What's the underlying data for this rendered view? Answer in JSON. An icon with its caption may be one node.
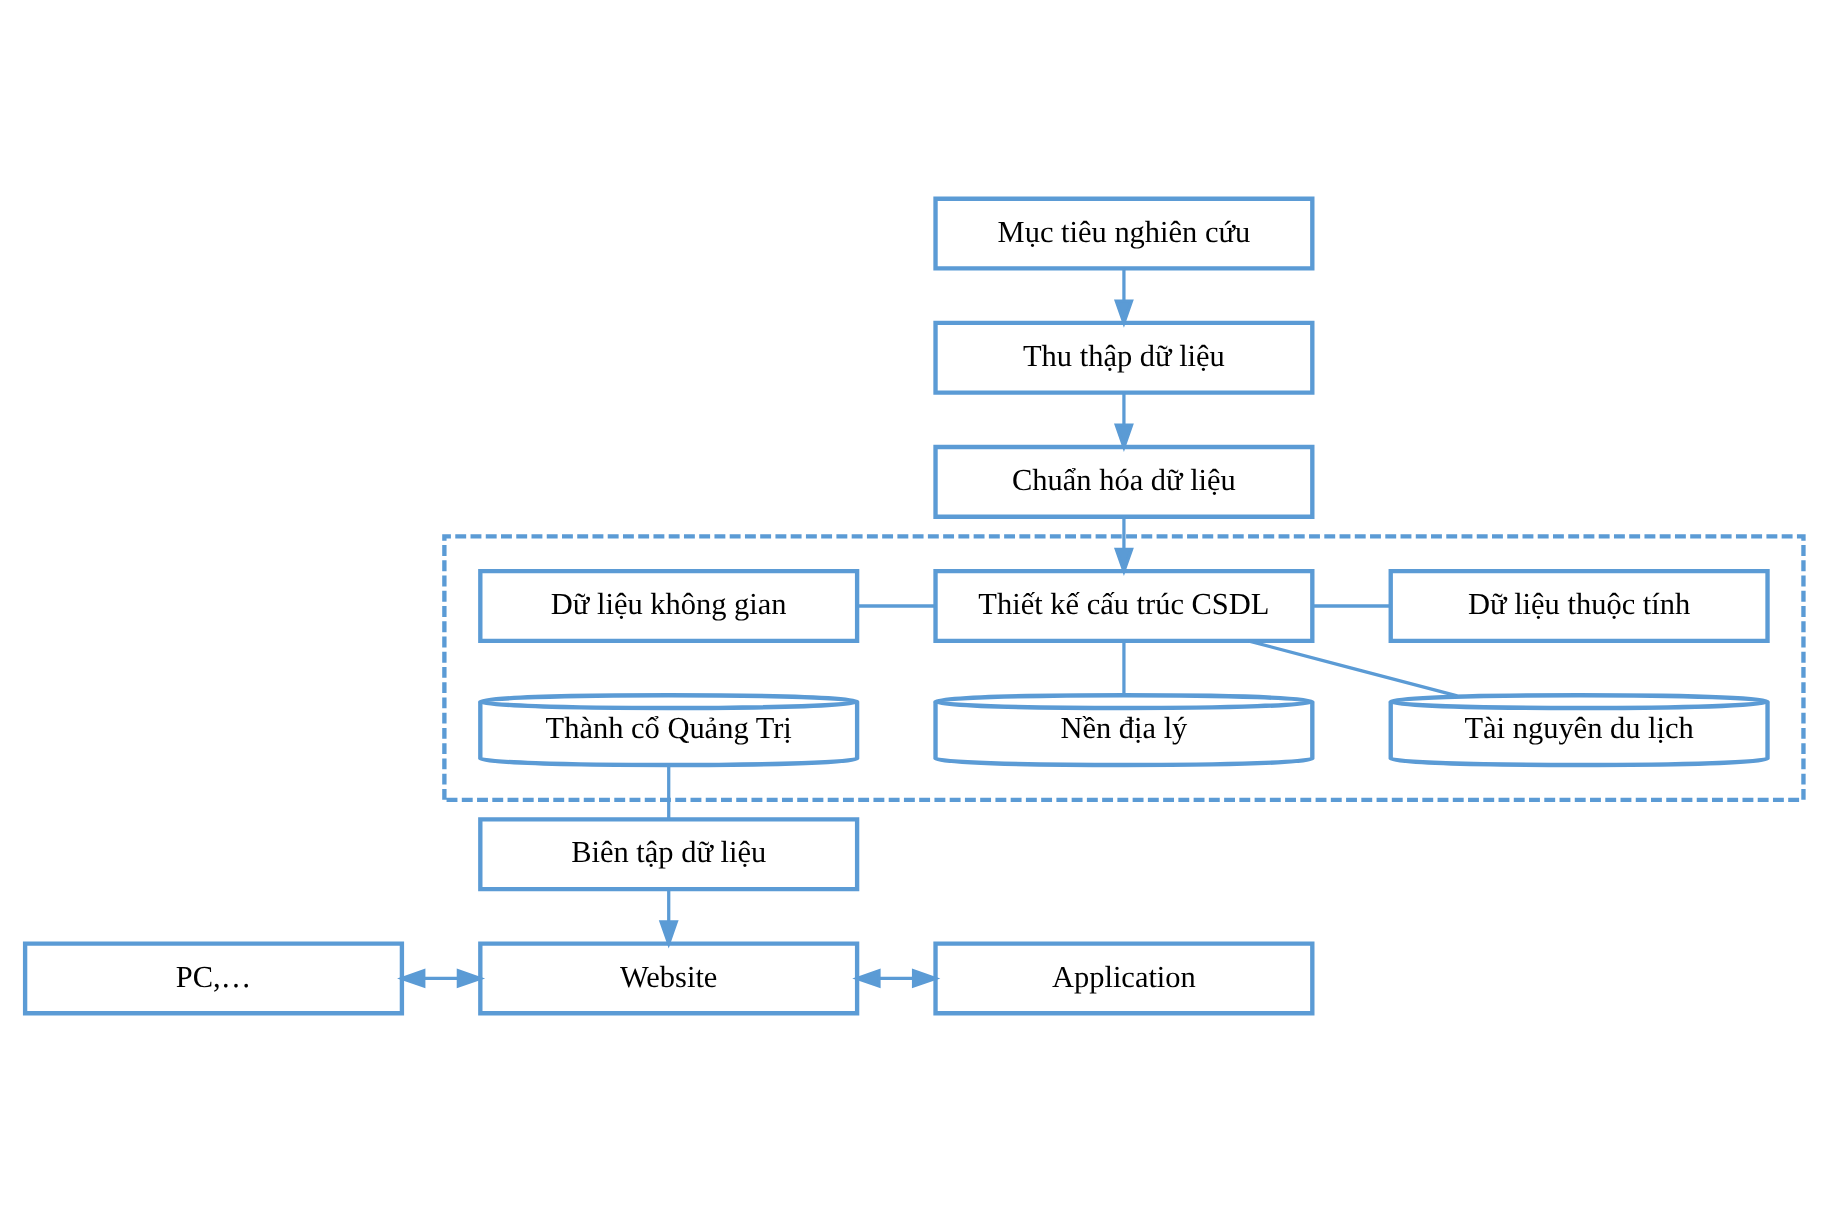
{
  "diagram": {
    "nodes": [
      {
        "text": [
          "Mục tiêu nghiên cứu"
        ]
      },
      {
        "text": [
          "Thu thập dữ liệu"
        ]
      },
      {
        "text": [
          "Chuẩn hóa dữ liệu"
        ]
      },
      {
        "text": [],
        "shape": "box"
      },
      {
        "text": [
          "Dữ liệu không gian"
        ],
        "in": 3
      },
      {
        "text": [
          "Thiết kế cấu trúc CSDL"
        ],
        "in": 3
      },
      {
        "text": [
          "Dữ liệu thuộc tính"
        ],
        "in": 3
      },
      {
        "text": [
          "Nền địa lý"
        ],
        "in": 3
      },
      {
        "text": [
          "Thành cổ Quảng Trị"
        ],
        "in": 3
      },
      {
        "text": [
          "Tài nguyên du lịch"
        ],
        "in": 3
      },
      {
        "text": [
          "Biên tập dữ liệu"
        ]
      },
      {
        "text": [
          "PC,…"
        ]
      },
      {
        "text": [
          "Website"
        ]
      },
      {
        "text": [
          "Application"
        ]
      }
    ],
    "edges": [
      {
        "from": 0,
        "to": 1,
        "arrow": "to"
      },
      {
        "from": 1,
        "to": 2,
        "arrow": "to"
      },
      {
        "from": 2,
        "to": 5,
        "arrow": "to"
      },
      {
        "from": 4,
        "to": 5,
        "arrow": "none"
      },
      {
        "from": 5,
        "to": 6,
        "arrow": "none"
      },
      {
        "from": 5,
        "to": 7,
        "arrow": "none"
      },
      {
        "from": 5,
        "to": 9,
        "arrow": "none"
      },
      {
        "from": 8,
        "to": 10,
        "arrow": "none"
      },
      {
        "from": 10,
        "to": 12,
        "arrow": "to"
      },
      {
        "from": 11,
        "to": 12,
        "arrow": "both"
      },
      {
        "from": 12,
        "to": 13,
        "arrow": "both"
      }
    ]
  }
}
